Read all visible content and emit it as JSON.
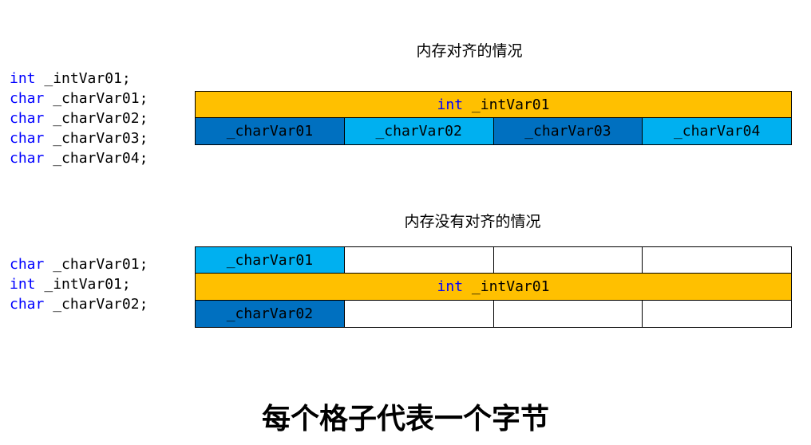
{
  "colors": {
    "int_cell": "#ffc000",
    "char_dark": "#0070c0",
    "char_light": "#00b0f0",
    "empty": "#ffffff",
    "keyword": "#0000ff"
  },
  "aligned": {
    "title": "内存对齐的情况",
    "code": [
      {
        "keyword": "int",
        "rest": " _intVar01;"
      },
      {
        "keyword": "char",
        "rest": " _charVar01;"
      },
      {
        "keyword": "char",
        "rest": " _charVar02;"
      },
      {
        "keyword": "char",
        "rest": " _charVar03;"
      },
      {
        "keyword": "char",
        "rest": " _charVar04;"
      }
    ],
    "rows": [
      [
        {
          "label": "int _intVar01",
          "span": 4,
          "color": "int_cell"
        }
      ],
      [
        {
          "label": "_charVar01",
          "span": 1,
          "color": "char_dark"
        },
        {
          "label": "_charVar02",
          "span": 1,
          "color": "char_light"
        },
        {
          "label": "_charVar03",
          "span": 1,
          "color": "char_dark"
        },
        {
          "label": "_charVar04",
          "span": 1,
          "color": "char_light"
        }
      ]
    ]
  },
  "unaligned": {
    "title": "内存没有对齐的情况",
    "code": [
      {
        "keyword": "char",
        "rest": " _charVar01;"
      },
      {
        "keyword": "int",
        "rest": " _intVar01;"
      },
      {
        "keyword": "char",
        "rest": " _charVar02;"
      }
    ],
    "rows": [
      [
        {
          "label": "_charVar01",
          "span": 1,
          "color": "char_light"
        },
        {
          "label": "",
          "span": 1,
          "color": "empty"
        },
        {
          "label": "",
          "span": 1,
          "color": "empty"
        },
        {
          "label": "",
          "span": 1,
          "color": "empty"
        }
      ],
      [
        {
          "label": "int _intVar01",
          "span": 4,
          "color": "int_cell"
        }
      ],
      [
        {
          "label": "_charVar02",
          "span": 1,
          "color": "char_dark"
        },
        {
          "label": "",
          "span": 1,
          "color": "empty"
        },
        {
          "label": "",
          "span": 1,
          "color": "empty"
        },
        {
          "label": "",
          "span": 1,
          "color": "empty"
        }
      ]
    ]
  },
  "footer": "每个格子代表一个字节"
}
